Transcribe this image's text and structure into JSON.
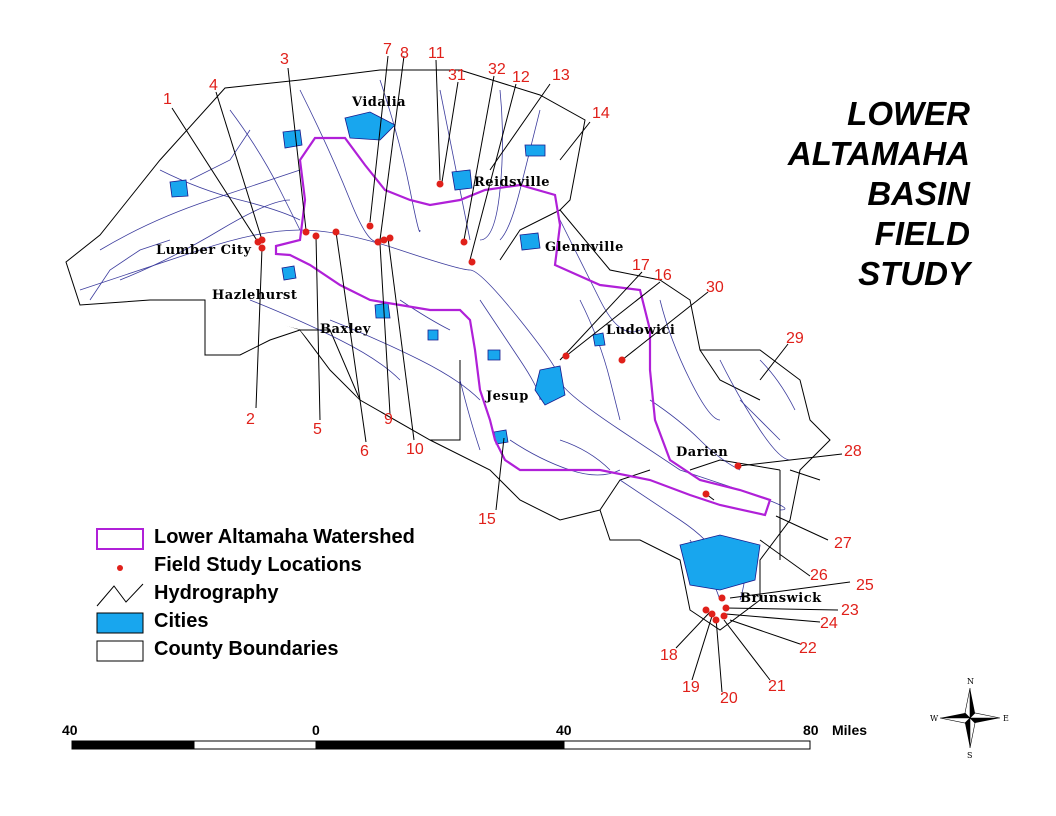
{
  "title_lines": [
    "LOWER",
    "ALTAMAHA",
    "BASIN",
    "FIELD",
    "STUDY"
  ],
  "colors": {
    "watershed": "#b020d8",
    "field_site": "#e0201a",
    "hydrography": "#1a1a8c",
    "cities": "#18a6ee",
    "county_boundary": "#000000"
  },
  "cities": [
    "Vidalia",
    "Reidsville",
    "Lumber City",
    "Hazlehurst",
    "Baxley",
    "Glennville",
    "Ludowici",
    "Jesup",
    "Darien",
    "Brunswick"
  ],
  "sites": [
    "1",
    "2",
    "3",
    "4",
    "5",
    "6",
    "7",
    "8",
    "9",
    "10",
    "11",
    "12",
    "13",
    "14",
    "15",
    "16",
    "17",
    "18",
    "19",
    "20",
    "21",
    "22",
    "23",
    "24",
    "26",
    "27",
    "28",
    "29",
    "30",
    "31",
    "32",
    "25"
  ],
  "legend": {
    "watershed": "Lower Altamaha Watershed",
    "sites": "Field Study Locations",
    "hydrography": "Hydrography",
    "cities": "Cities",
    "counties": "County Boundaries"
  },
  "scale": {
    "ticks": [
      "40",
      "0",
      "40",
      "80"
    ],
    "units": "Miles"
  },
  "north_arrow": {
    "n": "N",
    "s": "S",
    "e": "E",
    "w": "W"
  }
}
